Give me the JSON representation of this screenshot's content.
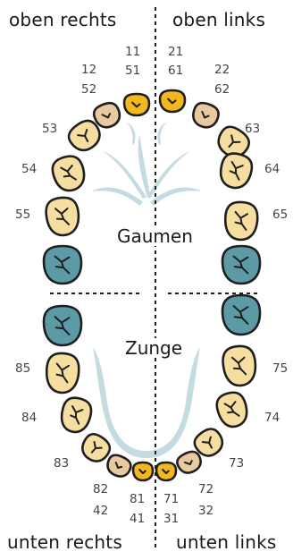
{
  "corners": {
    "upper_right": "oben rechts",
    "upper_left": "oben links",
    "lower_right": "unten rechts",
    "lower_left": "unten links"
  },
  "regions": {
    "palate": "Gaumen",
    "tongue": "Zunge"
  },
  "colors": {
    "molar_teal": "#5c9aa6",
    "deciduous_tooth": "#f6dda0",
    "primary_incisor": "#f2b81e",
    "deciduous_incisor": "#e8caa0",
    "outline": "#1f1f1f",
    "palate_tongue": "#c5dbe2",
    "midline": "#1f1f1f"
  },
  "tooth_numbers": {
    "n11": "11",
    "n51": "51",
    "n21": "21",
    "n61": "61",
    "n12": "12",
    "n52": "52",
    "n22": "22",
    "n62": "62",
    "n53": "53",
    "n63": "63",
    "n54": "54",
    "n64": "64",
    "n55": "55",
    "n65": "65",
    "n85": "85",
    "n75": "75",
    "n84": "84",
    "n74": "74",
    "n83": "83",
    "n73": "73",
    "n82": "82",
    "n42": "42",
    "n72": "72",
    "n32": "32",
    "n81": "81",
    "n41": "41",
    "n71": "71",
    "n31": "31"
  }
}
